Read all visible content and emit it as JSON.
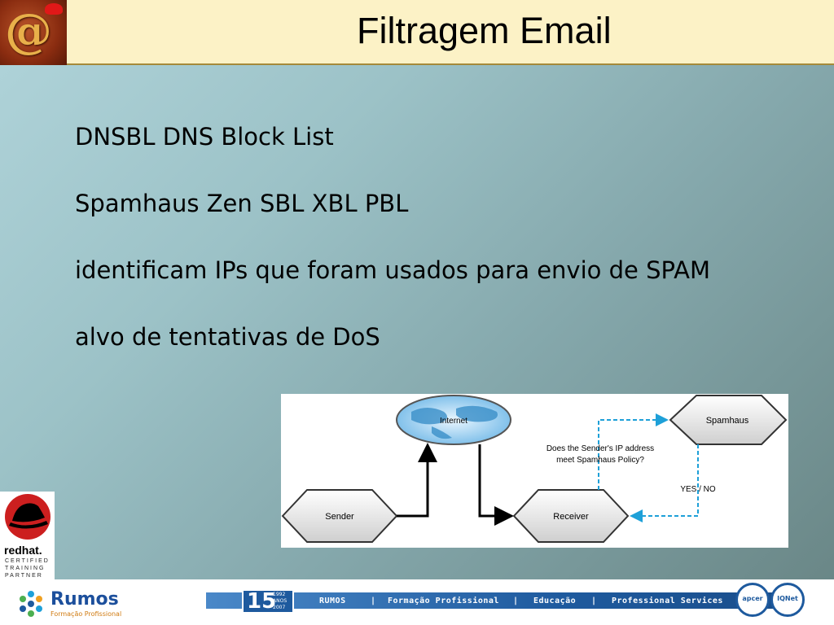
{
  "header": {
    "title": "Filtragem Email",
    "logo_icon": "at-sign-logo-icon",
    "logo_text": "@"
  },
  "content": {
    "items": [
      "DNSBL DNS Block List",
      "Spamhaus Zen SBL XBL PBL",
      "identificam IPs que foram usados para envio de SPAM",
      "alvo de tentativas de DoS"
    ]
  },
  "diagram": {
    "internet": "Internet",
    "spamhaus": "Spamhaus",
    "sender": "Sender",
    "receiver": "Receiver",
    "question_line1": "Does the Sender's IP address",
    "question_line2": "meet Spamhaus Policy?",
    "answer": "YES / NO"
  },
  "redhat": {
    "word": "redhat.",
    "lines": [
      "CERTIFIED",
      "TRAINING",
      "PARTNER"
    ]
  },
  "footer": {
    "rumos_name": "Rumos",
    "rumos_tag": "Formação Profissional",
    "badge_number": "15",
    "badge_years_top": "1992",
    "badge_years_mid": "ANOS",
    "badge_years_bottom": "2007",
    "bar_items": [
      "RUMOS",
      "|",
      "Formação Profissional",
      "|",
      "Educação",
      "|",
      "Professional Services"
    ],
    "cert1": "apcer",
    "cert2": "IQNet"
  },
  "colors": {
    "header_bg": "#fcf2c6",
    "footer_blue": "#1e5a9e",
    "arrow_blue": "#1ea0d8"
  }
}
